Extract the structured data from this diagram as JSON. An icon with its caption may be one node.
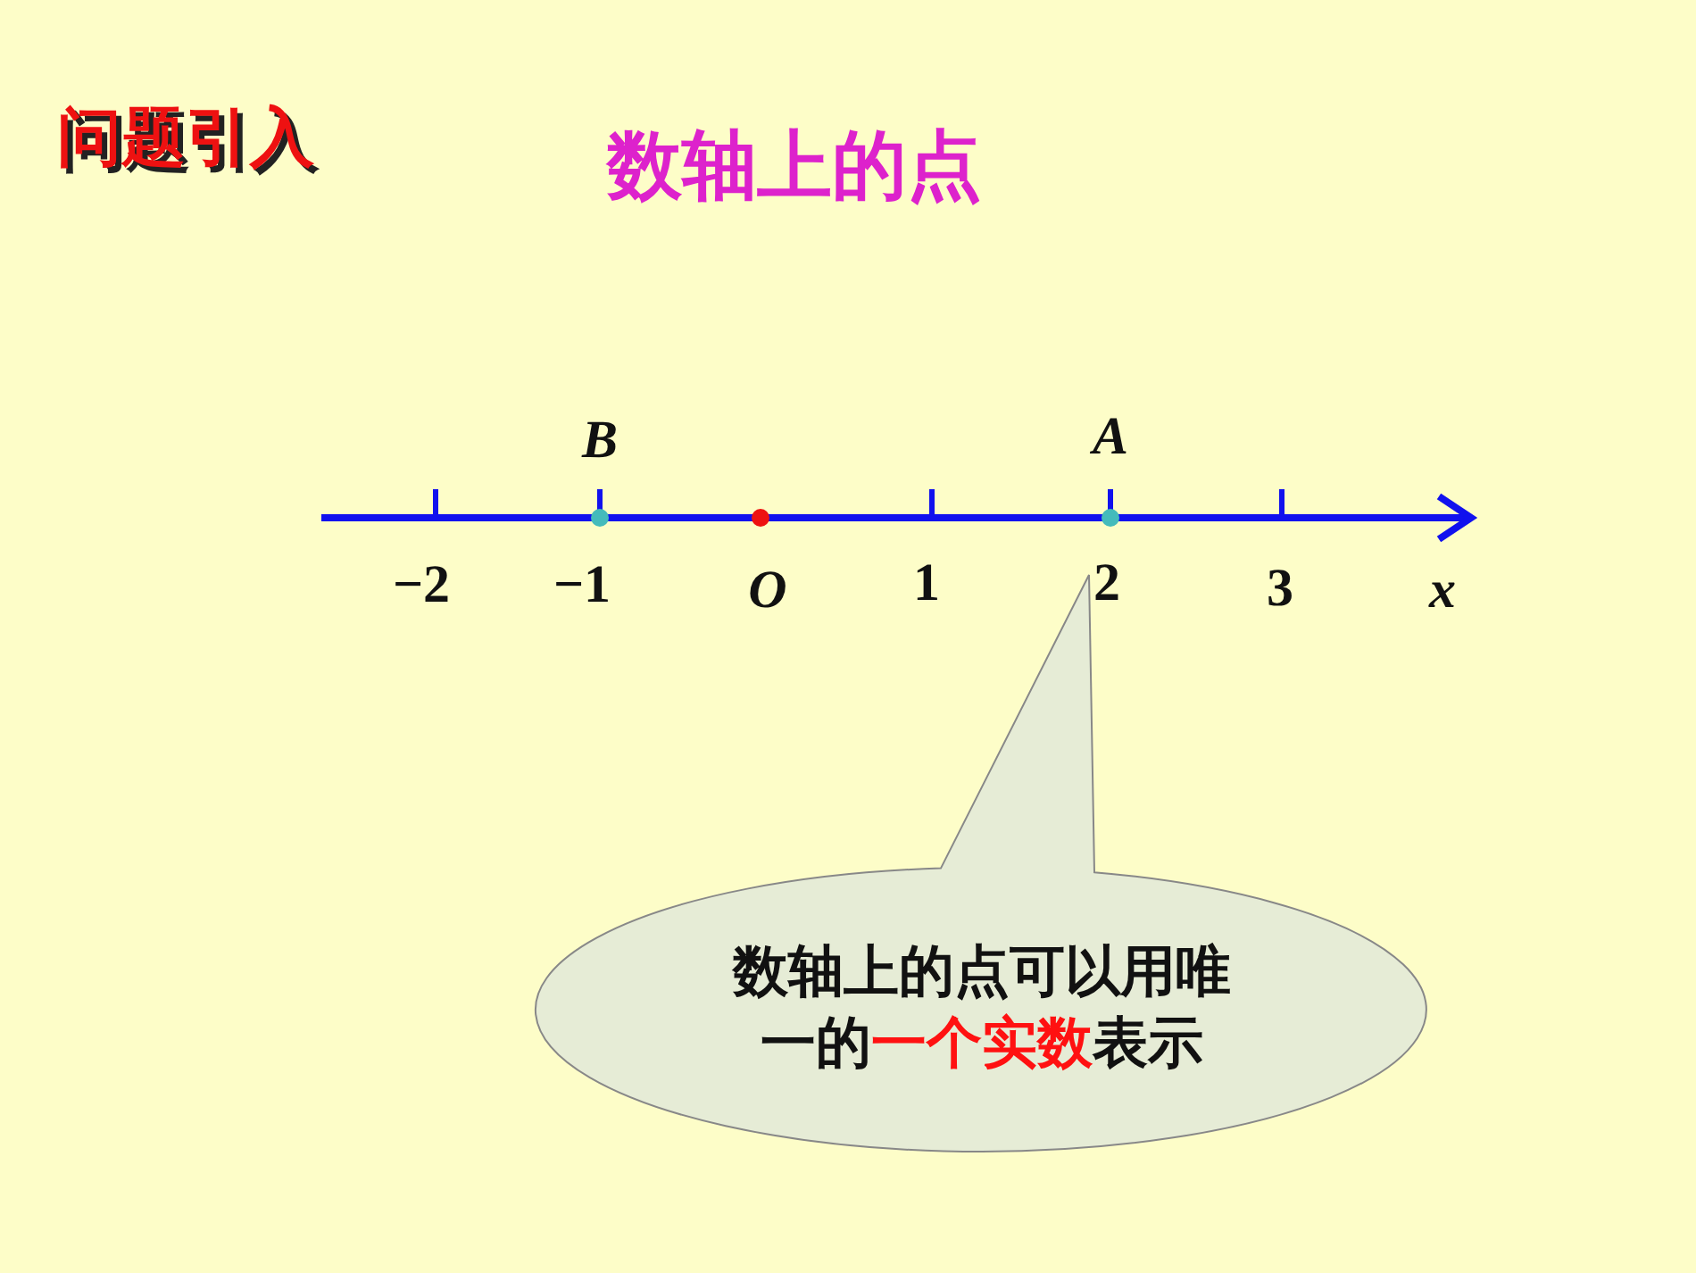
{
  "diagram": {
    "title": "数轴上的点",
    "nodes": [
      {
        "text": [
          "数轴上的点可以用唯一的**一个实数**表示"
        ]
      }
    ],
    "labels": [
      "问题引入",
      "B",
      "A",
      "−2",
      "−1",
      "O",
      "1",
      "2",
      "3",
      "x"
    ]
  }
}
